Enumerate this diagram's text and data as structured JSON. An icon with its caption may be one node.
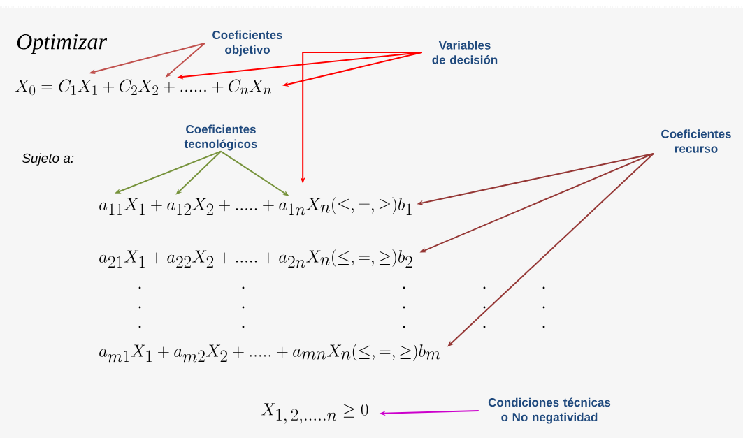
{
  "diagram": {
    "nodes": [
      {
        "text": [
          "Coeficientes objetivo"
        ]
      },
      {
        "text": [
          "Variables de decisión"
        ]
      },
      {
        "text": [
          "X_0 = C_1X_1 + C_2X_2 + ...... + C_nX_n"
        ]
      },
      {
        "text": [
          "Coeficientes tecnológicos"
        ]
      },
      {
        "text": [
          "Coeficientes recurso"
        ]
      },
      {
        "text": [
          "a_{11}X_1 + a_{12}X_2 + ..... + a_{1n}X_n(\\leq,=,\\geq)b_1"
        ]
      },
      {
        "text": [
          "a_{21}X_1 + a_{22}X_2 + ..... + a_{2n}X_n(\\leq,=,\\geq)b_2"
        ]
      },
      {
        "text": [
          "a_{m1}X_1 + a_{m2}X_2 + ..... + a_{mn}X_n(\\leq,=,\\geq)b_m"
        ]
      },
      {
        "text": [
          "X_{1,\\,2,.....n} \\geq 0"
        ]
      },
      {
        "text": [
          "Condiciones técnicas o No negatividad"
        ]
      }
    ],
    "edges": [
      {
        "from": 0,
        "to": 2,
        "arrow": "to",
        "color": "#c0504d"
      },
      {
        "from": 0,
        "to": 2,
        "arrow": "to",
        "color": "#c0504d"
      },
      {
        "from": 1,
        "to": 2,
        "arrow": "to",
        "color": "#ff0000"
      },
      {
        "from": 1,
        "to": 2,
        "arrow": "to",
        "color": "#ff0000"
      },
      {
        "from": 1,
        "to": 5,
        "arrow": "to",
        "color": "#ff0000"
      },
      {
        "from": 3,
        "to": 5,
        "arrow": "to",
        "color": "#77933c"
      },
      {
        "from": 3,
        "to": 5,
        "arrow": "to",
        "color": "#77933c"
      },
      {
        "from": 3,
        "to": 5,
        "arrow": "to",
        "color": "#77933c"
      },
      {
        "from": 4,
        "to": 5,
        "arrow": "to",
        "color": "#953735"
      },
      {
        "from": 4,
        "to": 6,
        "arrow": "to",
        "color": "#953735"
      },
      {
        "from": 4,
        "to": 7,
        "arrow": "to",
        "color": "#953735"
      },
      {
        "from": 9,
        "to": 8,
        "arrow": "to",
        "color": "#cc00cc"
      }
    ],
    "labels": [
      "Optimizar",
      "Sujeto a:"
    ]
  }
}
